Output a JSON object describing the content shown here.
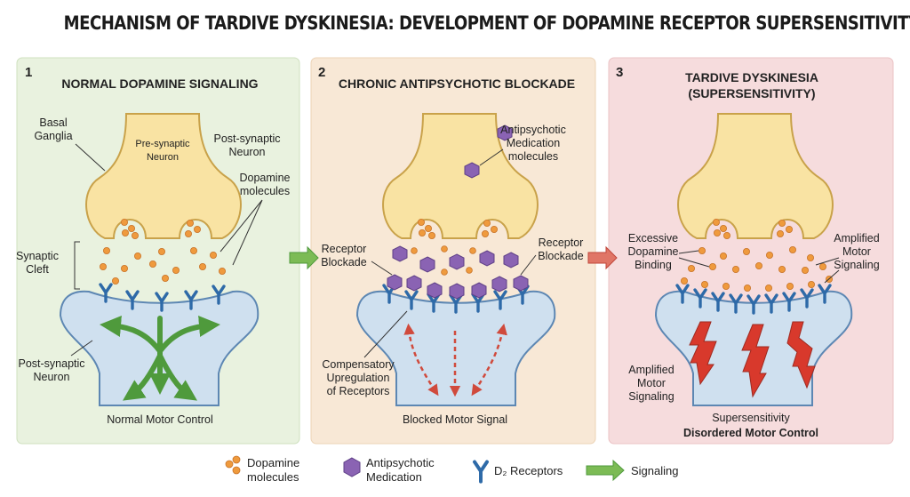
{
  "title": "MECHANISM OF TARDIVE DYSKINESIA: DEVELOPMENT OF DOPAMINE RECEPTOR SUPERSENSITIVITY",
  "colors": {
    "panel1_bg": "#e9f2df",
    "panel2_bg": "#f8e8d6",
    "panel3_bg": "#f6dcdd",
    "neuron_fill": "#f9e3a3",
    "neuron_stroke": "#c9a24a",
    "post_fill": "#cfe0ef",
    "post_stroke": "#5d87b3",
    "dopamine": "#ef9a3d",
    "antipsychotic": "#8a63b3",
    "receptor": "#2e6aa8",
    "signal_green": "#4f9a3c",
    "arrow_red": "#d04a3c"
  },
  "panel1": {
    "number": "1",
    "heading": "NORMAL DOPAMINE SIGNALING",
    "basal": [
      "Basal",
      "Ganglia"
    ],
    "pre": [
      "Pre-synaptic",
      "Neuron"
    ],
    "post_top": [
      "Post-synaptic",
      "Neuron"
    ],
    "dopamine": [
      "Dopamine",
      "molecules"
    ],
    "cleft": [
      "Synaptic",
      "Cleft"
    ],
    "post_bottom": [
      "Post-synaptic",
      "Neuron"
    ],
    "footer": "Normal Motor Control"
  },
  "panel2": {
    "number": "2",
    "heading": "CHRONIC ANTIPSYCHOTIC BLOCKADE",
    "med": [
      "Antipsychotic",
      "Medication",
      "molecules"
    ],
    "block_left": [
      "Receptor",
      "Blockade"
    ],
    "block_right": [
      "Receptor",
      "Blockade"
    ],
    "comp": [
      "Compensatory",
      "Upregulation",
      "of Receptors"
    ],
    "footer": "Blocked Motor Signal"
  },
  "panel3": {
    "number": "3",
    "heading": [
      "TARDIVE DYSKINESIA",
      "(SUPERSENSITIVITY)"
    ],
    "excess": [
      "Excessive",
      "Dopamine",
      "Binding"
    ],
    "amp_right": [
      "Amplified",
      "Motor",
      "Signaling"
    ],
    "amp_left": [
      "Amplified",
      "Motor",
      "Signaling"
    ],
    "footer1": "Supersensitivity",
    "footer2": "Disordered Motor Control"
  },
  "legend": {
    "dopamine": [
      "Dopamine",
      "molecules"
    ],
    "antipsychotic": [
      "Antipsychotic",
      "Medication"
    ],
    "receptor": "D₂ Receptors",
    "signaling": "Signaling"
  }
}
